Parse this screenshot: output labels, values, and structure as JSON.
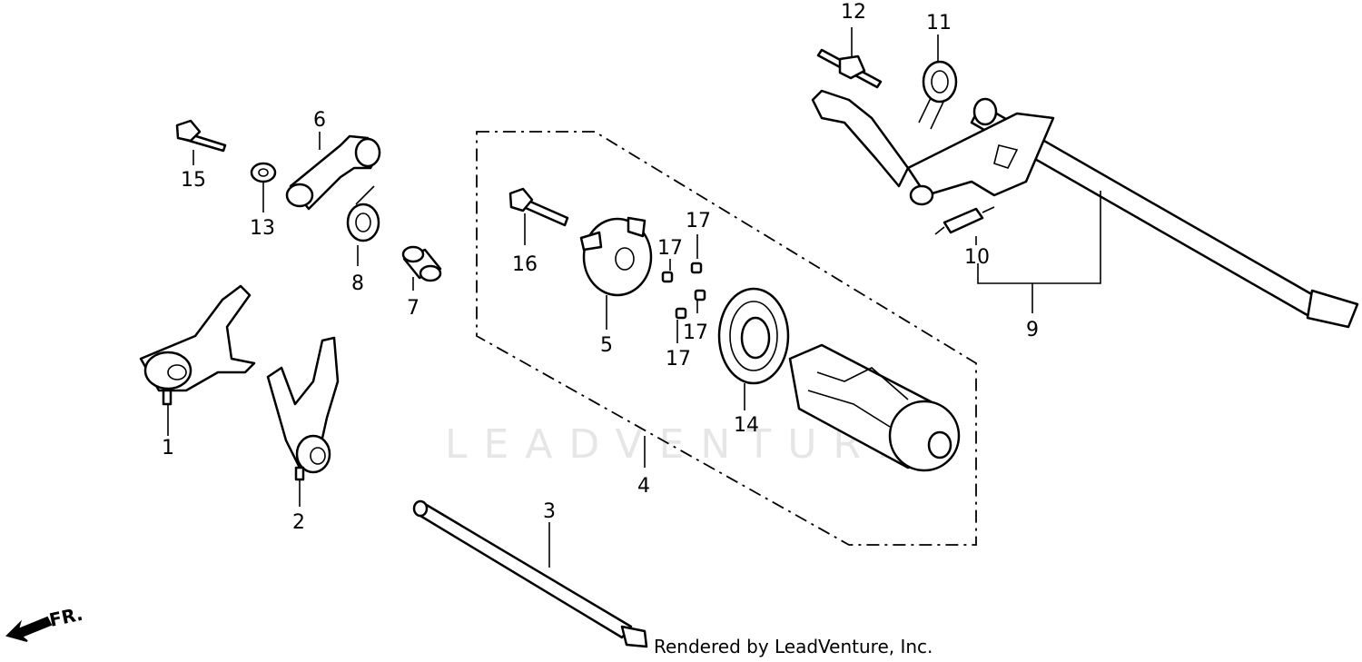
{
  "diagram": {
    "callouts": {
      "c1": "1",
      "c2": "2",
      "c3": "3",
      "c4": "4",
      "c5": "5",
      "c6": "6",
      "c7": "7",
      "c8": "8",
      "c9": "9",
      "c10": "10",
      "c11": "11",
      "c12": "12",
      "c13": "13",
      "c14": "14",
      "c15": "15",
      "c16": "16",
      "c17a": "17",
      "c17b": "17",
      "c17c": "17",
      "c17d": "17"
    },
    "direction_label": "FR.",
    "watermark_text": "LEADVENTURE",
    "footer_text": "Rendered by LeadVenture, Inc."
  }
}
